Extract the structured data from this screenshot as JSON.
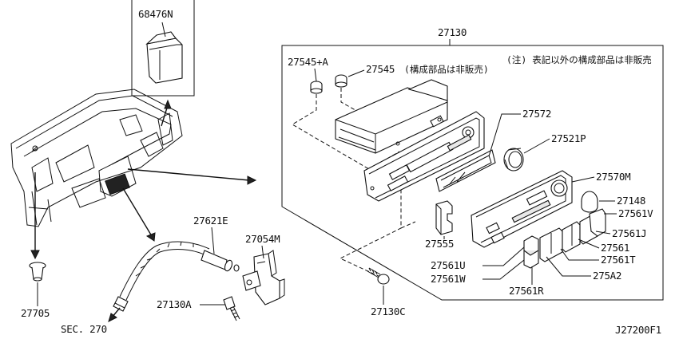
{
  "labels": {
    "p68476N": "68476N",
    "p27130": "27130",
    "p27545A": "27545+A",
    "p27545": "27545",
    "note_not_sold": "(構成部品は非販売)",
    "note_main": "(注) 表記以外の構成部品は非販売",
    "p27572": "27572",
    "p27521P": "27521P",
    "p27570M": "27570M",
    "p27148": "27148",
    "p27561V": "27561V",
    "p27561J": "27561J",
    "p27561": "27561",
    "p27561T": "27561T",
    "p275A2": "275A2",
    "p27561R": "27561R",
    "p27561W": "27561W",
    "p27561U": "27561U",
    "p27555": "27555",
    "p27621E": "27621E",
    "p27054M": "27054M",
    "p27130A": "27130A",
    "p27130C": "27130C",
    "p27705": "27705",
    "sec270": "SEC. 270",
    "diagram_id": "J27200F1"
  }
}
